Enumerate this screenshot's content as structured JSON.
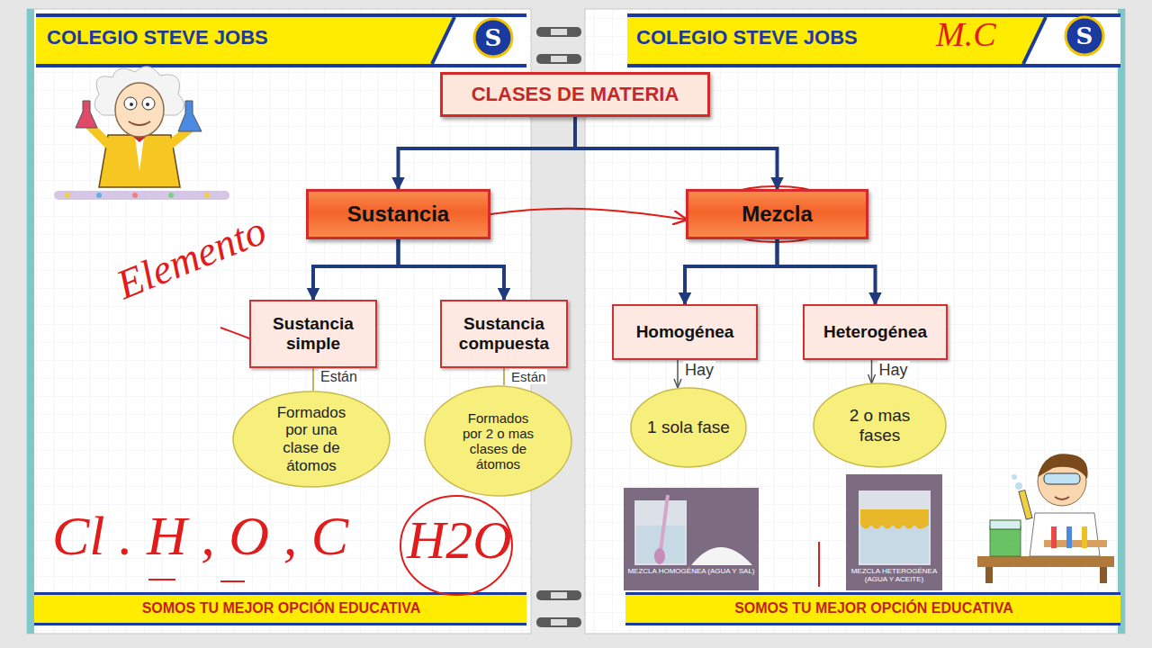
{
  "diagram": {
    "nodes": [
      {
        "text": [
          "CLASES DE MATERIA"
        ]
      },
      {
        "text": [
          "Sustancia"
        ]
      },
      {
        "text": [
          "Mezcla"
        ]
      },
      {
        "text": [
          "Sustancia simple"
        ]
      },
      {
        "text": [
          "Sustancia compuesta"
        ]
      },
      {
        "text": [
          "Homogénea"
        ]
      },
      {
        "text": [
          "Heterogénea"
        ]
      },
      {
        "text": [
          "Formados por una clase de átomos"
        ]
      },
      {
        "text": [
          "Formados por 2 o mas clases de átomos"
        ]
      },
      {
        "text": [
          "1 sola fase"
        ]
      },
      {
        "text": [
          "2 o mas fases"
        ]
      }
    ],
    "edges": [
      {
        "from": 0,
        "to": 1,
        "arrow": "to"
      },
      {
        "from": 0,
        "to": 2,
        "arrow": "to"
      },
      {
        "from": 1,
        "to": 3,
        "arrow": "to"
      },
      {
        "from": 1,
        "to": 4,
        "arrow": "to"
      },
      {
        "from": 2,
        "to": 5,
        "arrow": "to"
      },
      {
        "from": 2,
        "to": 6,
        "arrow": "to"
      },
      {
        "from": 3,
        "to": 7,
        "label": "Están",
        "arrow": "none"
      },
      {
        "from": 4,
        "to": 8,
        "label": "Están",
        "arrow": "none"
      },
      {
        "from": 5,
        "to": 9,
        "label": "Hay",
        "arrow": "to"
      },
      {
        "from": 6,
        "to": 10,
        "label": "Hay",
        "arrow": "to"
      },
      {
        "from": 1,
        "to": 2,
        "arrow": "to"
      }
    ],
    "labels": [
      "COLEGIO STEVE JOBS",
      "COLEGIO STEVE JOBS",
      "S",
      "S",
      "SOMOS TU MEJOR OPCIÓN EDUCATIVA",
      "SOMOS TU MEJOR OPCIÓN EDUCATIVA",
      "M.C",
      "Elemento",
      "Cl . H , O , C",
      "H2O",
      "MEZCLA HOMOGÉNEA (AGUA Y SAL)",
      "MEZCLA HETEROGÉNEA (AGUA Y ACEITE)"
    ]
  }
}
